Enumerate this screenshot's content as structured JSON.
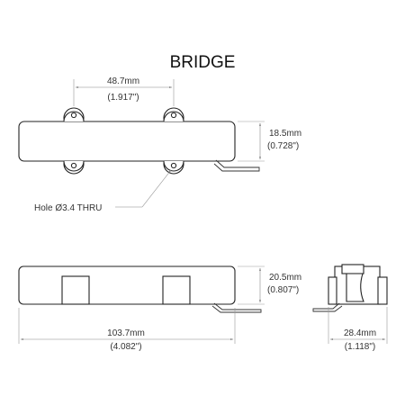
{
  "title": "BRIDGE",
  "top_view": {
    "hole_spacing": {
      "mm": "48.7mm",
      "inch": "(1.917\")"
    },
    "height": {
      "mm": "18.5mm",
      "inch": "(0.728\")"
    },
    "hole_note": "Hole Ø3.4 THRU"
  },
  "side_view": {
    "height": {
      "mm": "20.5mm",
      "inch": "(0.807\")"
    },
    "length": {
      "mm": "103.7mm",
      "inch": "(4.082\")"
    }
  },
  "end_view": {
    "width": {
      "mm": "28.4mm",
      "inch": "(1.118\")"
    }
  }
}
